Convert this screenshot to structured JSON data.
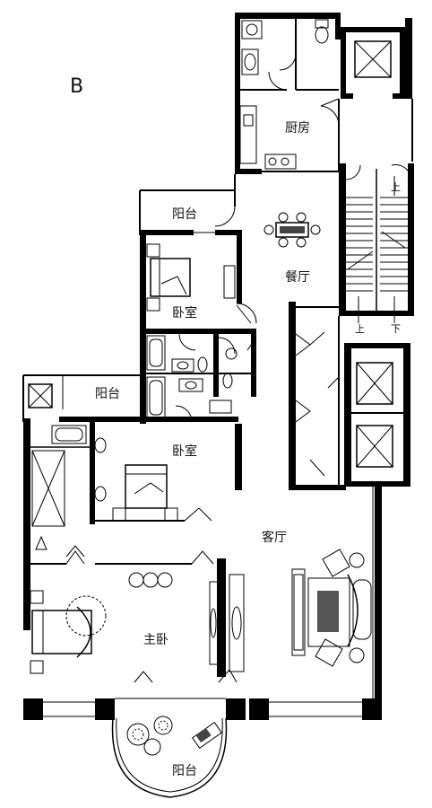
{
  "plan": {
    "unit_label": "B",
    "rooms": {
      "kitchen": "厨房",
      "dining": "餐厅",
      "balcony_top": "阳台",
      "bedroom_1": "卧室",
      "bedroom_2": "卧室",
      "balcony_mid": "阳台",
      "living": "客厅",
      "master": "主卧",
      "balcony_bottom": "阳台"
    },
    "stairs": {
      "up_top": "上",
      "up_bottom": "上",
      "down_bottom": "下"
    },
    "icons": [
      "elevator-icon",
      "stairs-icon",
      "bed-icon",
      "toilet-icon",
      "bathtub-icon",
      "sink-icon",
      "dining-table-icon",
      "sofa-icon",
      "plant-icon",
      "lounge-chair-icon",
      "stove-icon"
    ]
  }
}
